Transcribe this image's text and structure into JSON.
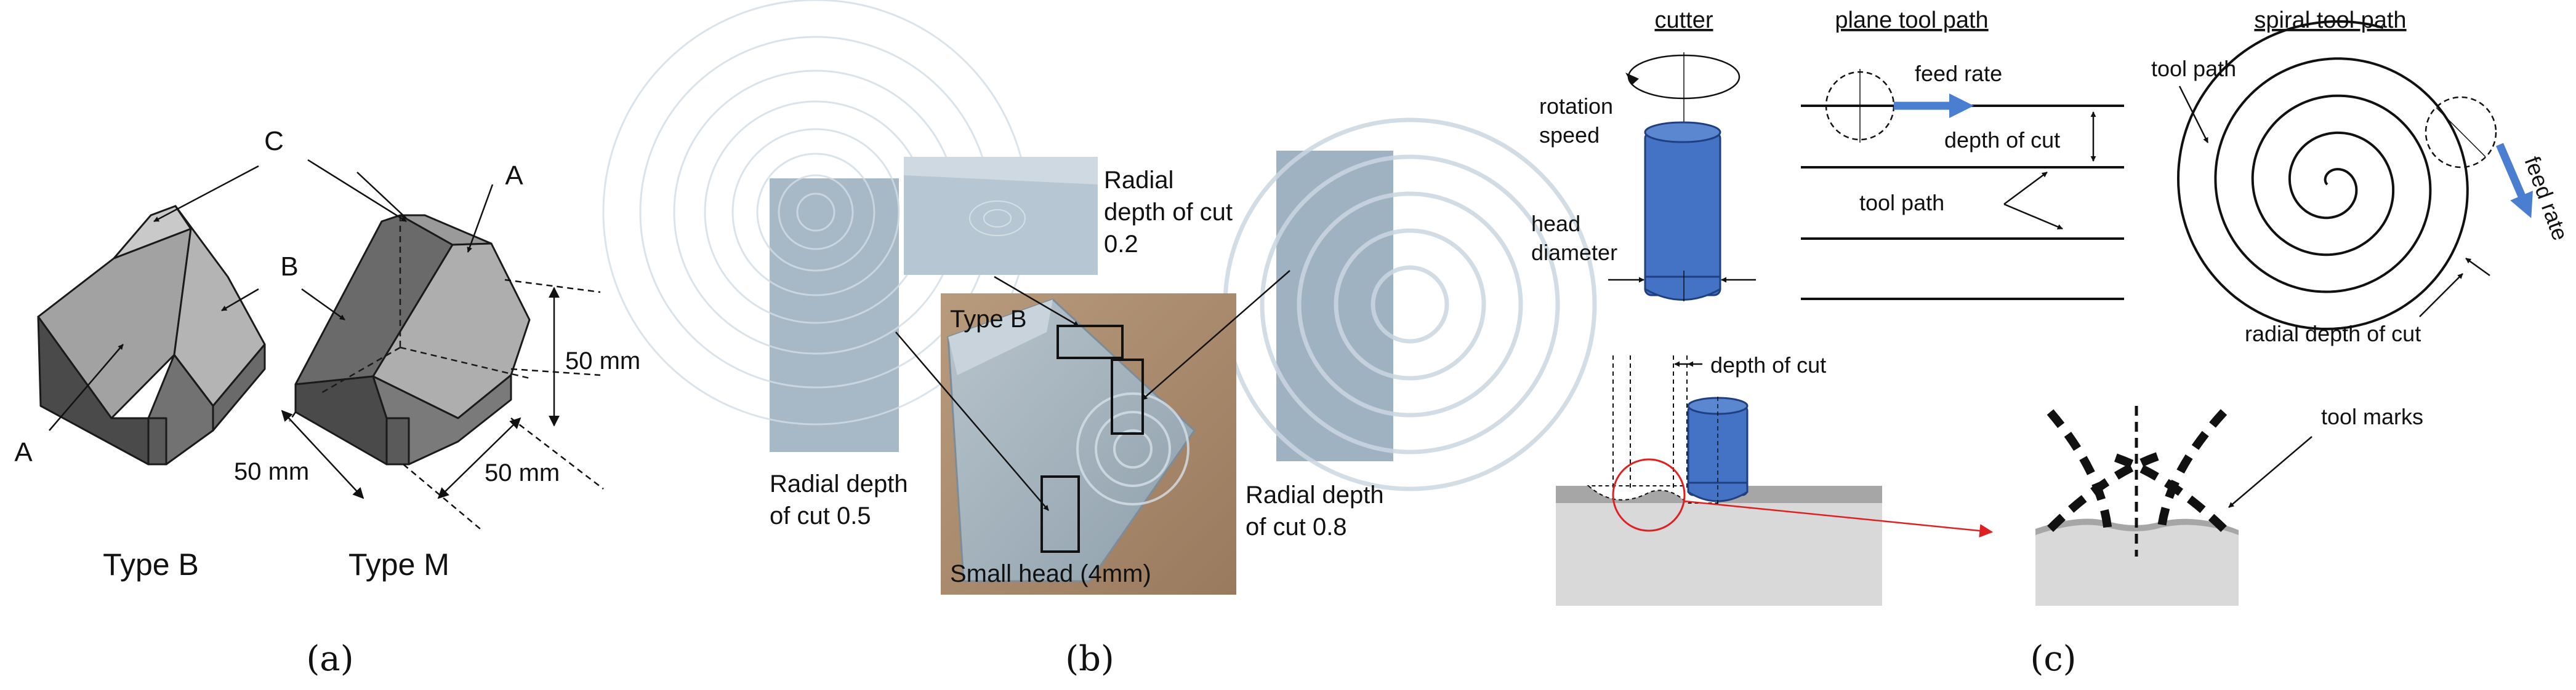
{
  "panel_a": {
    "caption": "(a)",
    "labels": {
      "c": "C",
      "a_right": "A",
      "b": "B",
      "a_left": "A",
      "height": "50 mm",
      "depth_left": "50 mm",
      "depth_right": "50 mm",
      "type_b": "Type B",
      "type_m": "Type M"
    }
  },
  "panel_b": {
    "caption": "(b)",
    "labels": {
      "radial_02_l1": "Radial",
      "radial_02_l2": "depth of cut",
      "radial_02_l3": "0.2",
      "type_b": "Type B",
      "small_head": "Small head (4mm)",
      "radial_05_l1": "Radial depth",
      "radial_05_l2": "of cut 0.5",
      "radial_08_l1": "Radial depth",
      "radial_08_l2": "of cut 0.8"
    }
  },
  "panel_c": {
    "caption": "(c)",
    "titles": {
      "cutter": "cutter",
      "plane": "plane tool path",
      "spiral": "spiral tool path"
    },
    "labels": {
      "rotation_l1": "rotation",
      "rotation_l2": "speed",
      "head_l1": "head",
      "head_l2": "diameter",
      "feed_rate": "feed rate",
      "depth_of_cut": "depth of cut",
      "tool_path": "tool path",
      "spiral_tool_path": "tool path",
      "spiral_feed_rate": "feed rate",
      "radial_depth": "radial depth of cut",
      "depth_of_cut_lower": "depth of cut",
      "tool_marks": "tool marks"
    },
    "colors": {
      "tool_blue": "#4472c4",
      "arrow_blue": "#4a7ed0",
      "highlight_red": "#e02020",
      "surface_gray": "#a6a6a6",
      "material_gray": "#d9d9d9"
    }
  }
}
